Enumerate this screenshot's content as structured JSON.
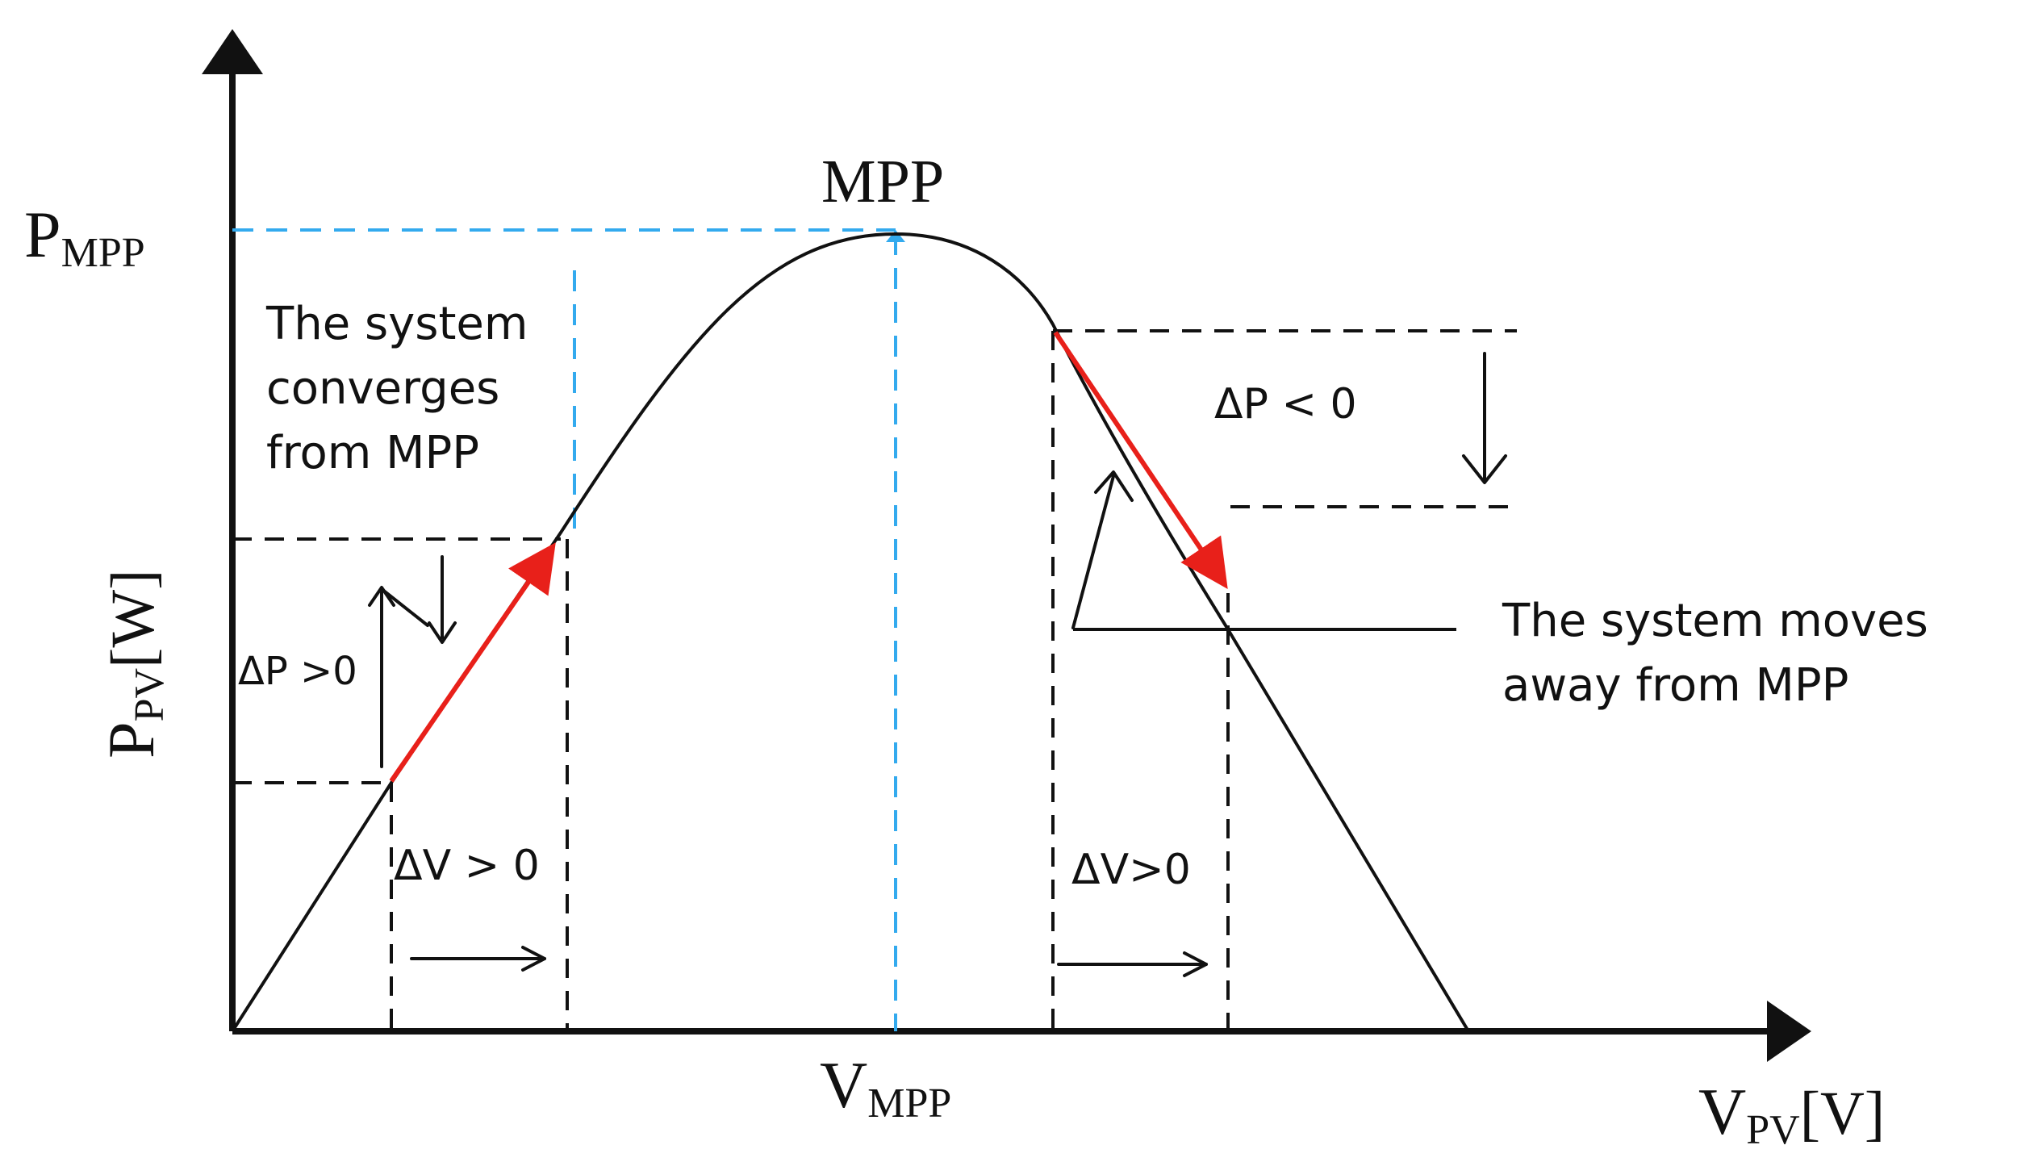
{
  "labels": {
    "mpp": "MPP",
    "p_mpp_main": "P",
    "p_mpp_sub": "MPP",
    "v_mpp_main": "V",
    "v_mpp_sub": "MPP",
    "x_axis_main": "V",
    "x_axis_sub": "PV",
    "x_axis_unit": "[V]",
    "y_axis_main": "P",
    "y_axis_sub": "PV",
    "y_axis_unit": "[W]",
    "converges_lines": [
      "The system",
      "converges",
      "from MPP"
    ],
    "moves_away_lines": [
      "The system moves",
      "away from MPP"
    ],
    "dp_positive": "ΔP >0",
    "dv_positive_left": "ΔV > 0",
    "dp_negative": "ΔP < 0",
    "dv_positive_right": "ΔV>0"
  },
  "colors": {
    "curve": "#111111",
    "guide_dashed": "#111111",
    "mpp_guide": "#33aaee",
    "step_arrow": "#e8201a"
  }
}
